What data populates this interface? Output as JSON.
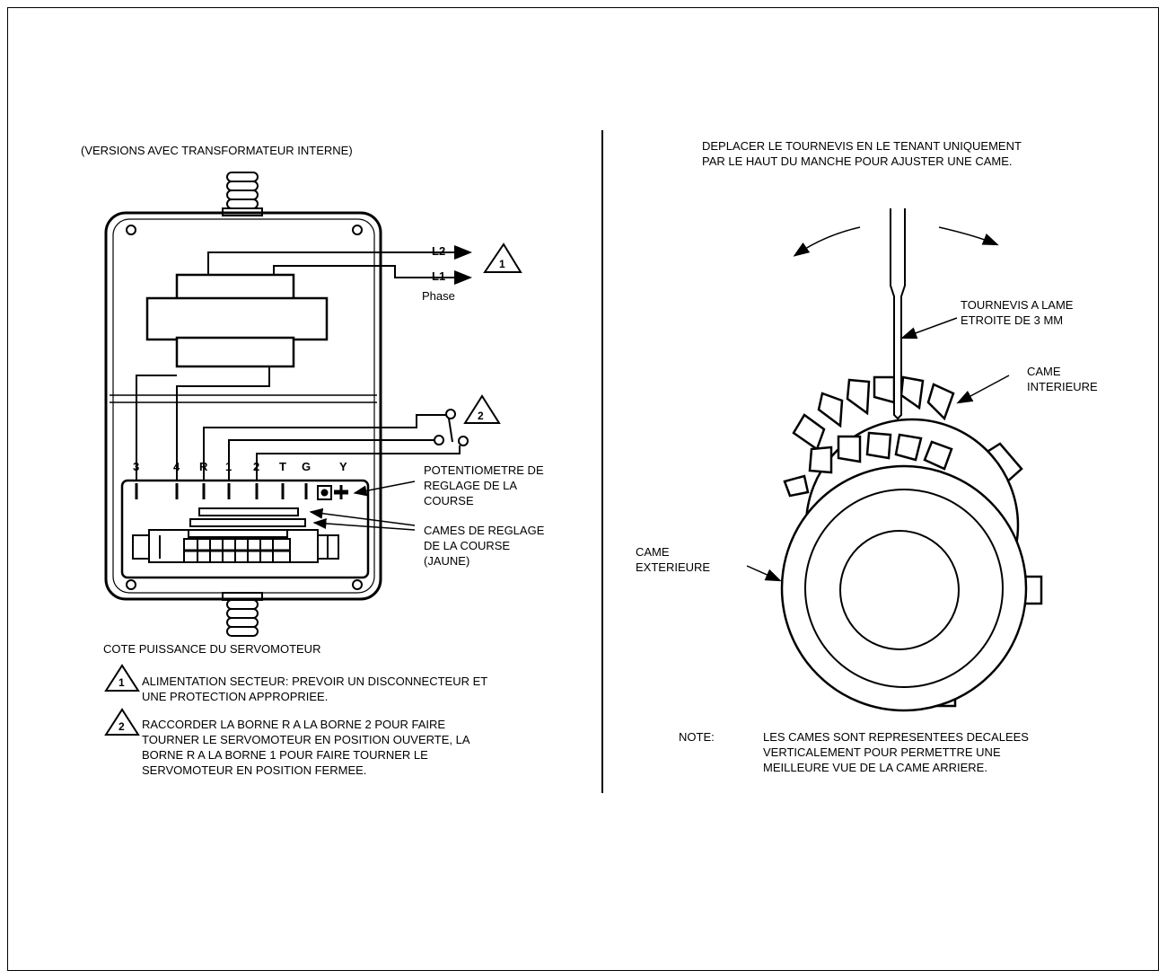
{
  "left": {
    "header": "(VERSIONS AVEC TRANSFORMATEUR INTERNE)",
    "l2": "L2",
    "l1": "L1",
    "phase": "Phase",
    "terminals": [
      "3",
      "4",
      "R",
      "1",
      "2",
      "T",
      "G",
      "Y"
    ],
    "pot_label": [
      "POTENTIOMETRE DE",
      "REGLAGE DE LA",
      "COURSE"
    ],
    "cams_label": [
      "CAMES DE REGLAGE",
      "DE LA COURSE",
      "(JAUNE)"
    ],
    "caption": "COTE PUISSANCE DU SERVOMOTEUR",
    "note1_num": "1",
    "note1": [
      "ALIMENTATION SECTEUR: PREVOIR UN DISCONNECTEUR ET",
      "UNE PROTECTION APPROPRIEE."
    ],
    "note2_num": "2",
    "note2": [
      "RACCORDER LA BORNE R A LA BORNE 2 POUR FAIRE",
      "TOURNER LE SERVOMOTEUR EN POSITION OUVERTE, LA",
      "BORNE R A LA BORNE 1 POUR FAIRE TOURNER LE",
      "SERVOMOTEUR EN POSITION FERMEE."
    ]
  },
  "right": {
    "header": [
      "DEPLACER LE TOURNEVIS EN LE TENANT UNIQUEMENT",
      "PAR LE HAUT DU MANCHE POUR AJUSTER UNE CAME."
    ],
    "screwdriver": [
      "TOURNEVIS A LAME",
      "ETROITE DE 3 MM"
    ],
    "inner_cam": [
      "CAME",
      "INTERIEURE"
    ],
    "outer_cam": [
      "CAME",
      "EXTERIEURE"
    ],
    "note_label": "NOTE:",
    "note": [
      "LES CAMES SONT REPRESENTEES DECALEES",
      "VERTICALEMENT POUR PERMETTRE UNE",
      "MEILLEURE VUE DE LA CAME ARRIERE."
    ]
  }
}
